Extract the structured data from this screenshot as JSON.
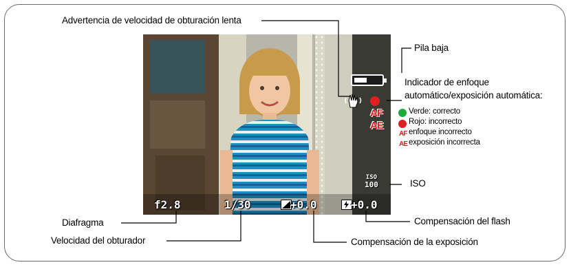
{
  "labels": {
    "slow_shutter": "Advertencia de velocidad de obturación lenta",
    "low_battery": "Pila baja",
    "af_ae_line1": "Indicador de enfoque",
    "af_ae_line2": "automático/exposición automática:",
    "legend_green": "Verde: correcto",
    "legend_red": "Rojo: incorrecto",
    "legend_af": "enfoque incorrecto",
    "legend_ae": "exposición incorrecta",
    "iso": "ISO",
    "flash_comp": "Compensación del flash",
    "exposure_comp": "Compensación de la exposición",
    "aperture": "Diafragma",
    "shutter_speed": "Velocidad del obturador"
  },
  "overlay": {
    "aperture_value": "f2.8",
    "shutter_value": "1/30",
    "exposure_value": "+0.0",
    "flash_value": "+0.0",
    "iso_top": "ISO",
    "iso_value": "100",
    "af_badge": "AF",
    "ae_badge": "AE"
  },
  "colors": {
    "green": "#1faa3a",
    "red": "#e02020",
    "frame": "#6b6b6b"
  }
}
